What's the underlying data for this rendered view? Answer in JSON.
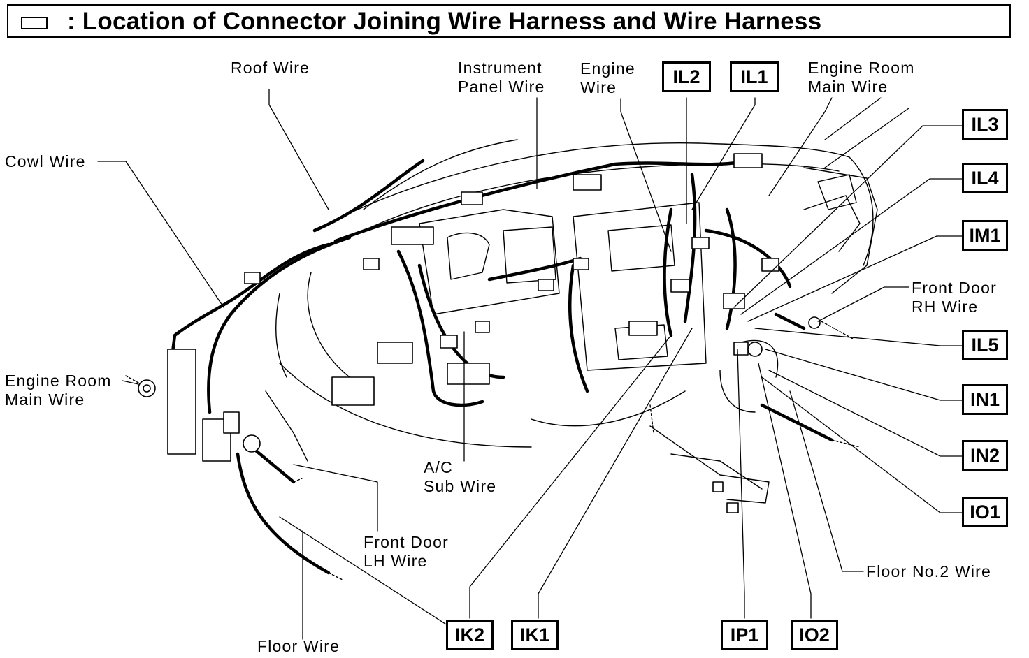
{
  "title": "Location of Connector Joining Wire Harness and Wire Harness",
  "title_icon": "box-icon",
  "title_separator": ":",
  "wire_labels": {
    "roof": [
      "Roof  Wire"
    ],
    "instrument_panel": [
      "Instrument",
      "Panel Wire"
    ],
    "engine": [
      "Engine",
      "Wire"
    ],
    "engine_room_main_right": [
      "Engine Room",
      "Main Wire"
    ],
    "cowl": [
      "Cowl Wire"
    ],
    "engine_room_main_left": [
      "Engine  Room",
      "Main Wire"
    ],
    "front_door_rh": [
      "Front  Door",
      "RH  Wire"
    ],
    "ac_sub": [
      "A/C",
      "Sub  Wire"
    ],
    "front_door_lh": [
      "Front  Door",
      "LH Wire"
    ],
    "floor_no2": [
      "Floor No.2 Wire"
    ],
    "floor": [
      "Floor  Wire"
    ]
  },
  "connectors": {
    "IL2": "IL2",
    "IL1": "IL1",
    "IL3": "IL3",
    "IL4": "IL4",
    "IM1": "IM1",
    "IL5": "IL5",
    "IN1": "IN1",
    "IN2": "IN2",
    "IO1": "IO1",
    "IK2": "IK2",
    "IK1": "IK1",
    "IP1": "IP1",
    "IO2": "IO2"
  }
}
